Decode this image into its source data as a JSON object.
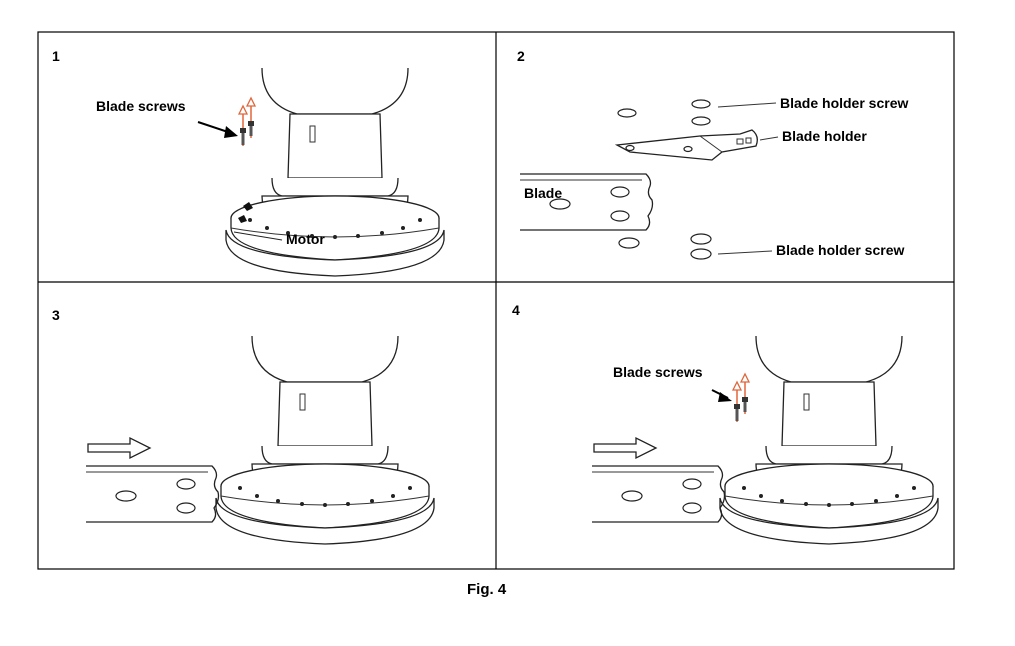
{
  "figure": {
    "caption": "Fig. 4",
    "panels": [
      {
        "number": "1",
        "labels": {
          "screws": "Blade screws",
          "motor": "Motor"
        }
      },
      {
        "number": "2",
        "labels": {
          "holder_screw_top": "Blade holder screw",
          "holder": "Blade holder",
          "blade": "Blade",
          "holder_screw_bottom": "Blade holder screw"
        }
      },
      {
        "number": "3",
        "labels": {}
      },
      {
        "number": "4",
        "labels": {
          "screws": "Blade screws"
        }
      }
    ]
  },
  "colors": {
    "border": "#000000",
    "screw_arrow": "#e0663a",
    "line": "#222222"
  }
}
